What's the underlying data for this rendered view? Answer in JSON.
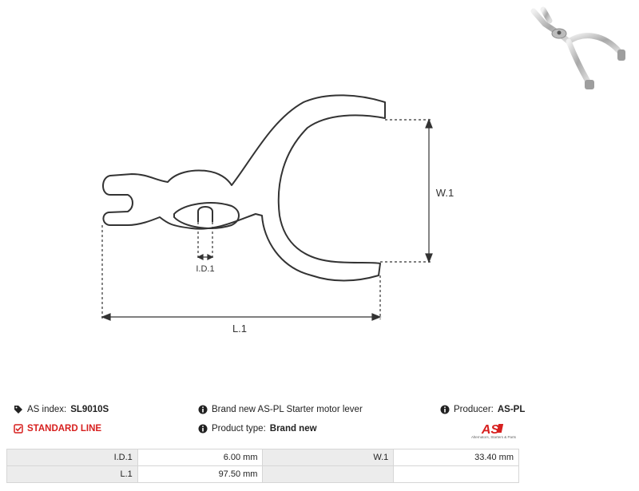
{
  "drawing": {
    "label_w": "W.1",
    "label_id": "I.D.1",
    "label_l": "L.1",
    "stroke_color": "#333333"
  },
  "info": {
    "as_index_label": "AS index:",
    "as_index_value": "SL9010S",
    "standard_line": "STANDARD LINE",
    "description": "Brand new AS-PL Starter motor lever",
    "product_type_label": "Product type:",
    "product_type_value": "Brand new",
    "producer_label": "Producer:",
    "producer_value": "AS-PL",
    "logo_text": "AS",
    "logo_caption": "Alternators, Starters & Parts",
    "accent_color": "#d7201f"
  },
  "specs": {
    "rows": [
      {
        "label1": "I.D.1",
        "value1": "6.00 mm",
        "label2": "W.1",
        "value2": "33.40 mm"
      },
      {
        "label1": "L.1",
        "value1": "97.50 mm",
        "label2": "",
        "value2": ""
      }
    ]
  }
}
